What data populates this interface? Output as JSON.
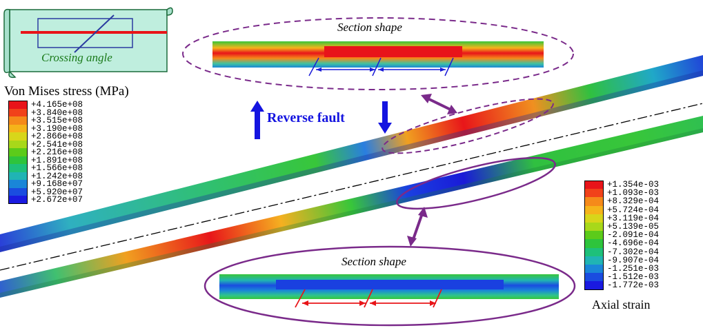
{
  "stress_legend": {
    "title": "Von Mises stress (MPa)",
    "values": [
      "+4.165e+08",
      "+3.840e+08",
      "+3.515e+08",
      "+3.190e+08",
      "+2.866e+08",
      "+2.541e+08",
      "+2.216e+08",
      "+1.891e+08",
      "+1.566e+08",
      "+1.242e+08",
      "+9.168e+07",
      "+5.920e+07",
      "+2.672e+07"
    ],
    "colors": [
      "#e8141a",
      "#f1421a",
      "#f58a1a",
      "#f5b41a",
      "#d8d61a",
      "#a8d81a",
      "#5ccb1a",
      "#2ec43c",
      "#1ec07a",
      "#20b4b4",
      "#1a86d8",
      "#1a4ce0",
      "#1a1ae0"
    ]
  },
  "strain_legend": {
    "title": "Axial strain",
    "values": [
      "+1.354e-03",
      "+1.093e-03",
      "+8.329e-04",
      "+5.724e-04",
      "+3.119e-04",
      "+5.139e-05",
      "-2.091e-04",
      "-4.696e-04",
      "-7.302e-04",
      "-9.907e-04",
      "-1.251e-03",
      "-1.512e-03",
      "-1.772e-03"
    ],
    "colors": [
      "#e8141a",
      "#f1421a",
      "#f58a1a",
      "#f5b41a",
      "#d8d61a",
      "#a8d81a",
      "#5ccb1a",
      "#2ec43c",
      "#1ec07a",
      "#20b4b4",
      "#1a86d8",
      "#1a4ce0",
      "#1a1ae0"
    ]
  },
  "labels": {
    "fault": "Reverse fault",
    "section_top": "Section shape",
    "section_bottom": "Section shape",
    "crossing": "Crossing angle"
  }
}
